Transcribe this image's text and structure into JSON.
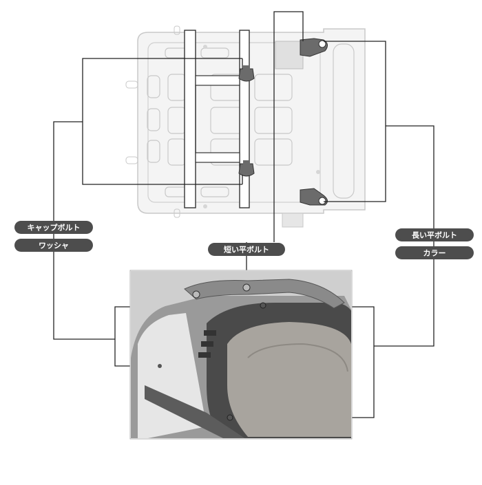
{
  "labels": {
    "cap_bolt": "キャップボルト",
    "washer": "ワッシャ",
    "short_flat_bolt": "短い平ボルト",
    "long_flat_bolt": "長い平ボルト",
    "collar": "カラー"
  },
  "colors": {
    "line": "#222222",
    "pill": "#4d4d4d",
    "rack_stroke": "#c8c8c8",
    "rack_fill": "#f4f4f4",
    "part": "#6b6b6b",
    "photo_bg": "#d9d9d9",
    "seat": "#a8a49e"
  }
}
